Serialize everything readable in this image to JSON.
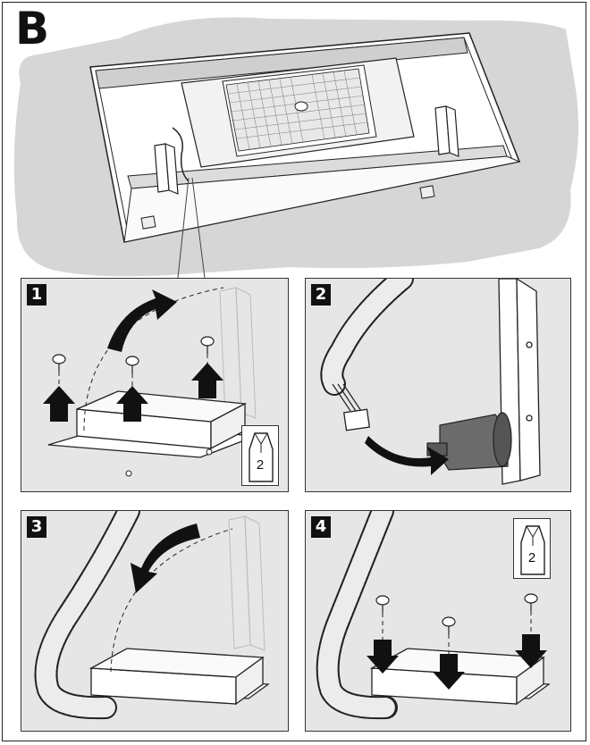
{
  "section_label": "B",
  "colors": {
    "panel_bg": "#e6e6e6",
    "wall_bg": "#d4d4d4",
    "line": "#222222",
    "arrow": "#111111",
    "box_dark": "#6b6b6b"
  },
  "steps": [
    {
      "number": "1",
      "tool_size": "2"
    },
    {
      "number": "2"
    },
    {
      "number": "3"
    },
    {
      "number": "4",
      "tool_size": "2"
    }
  ]
}
